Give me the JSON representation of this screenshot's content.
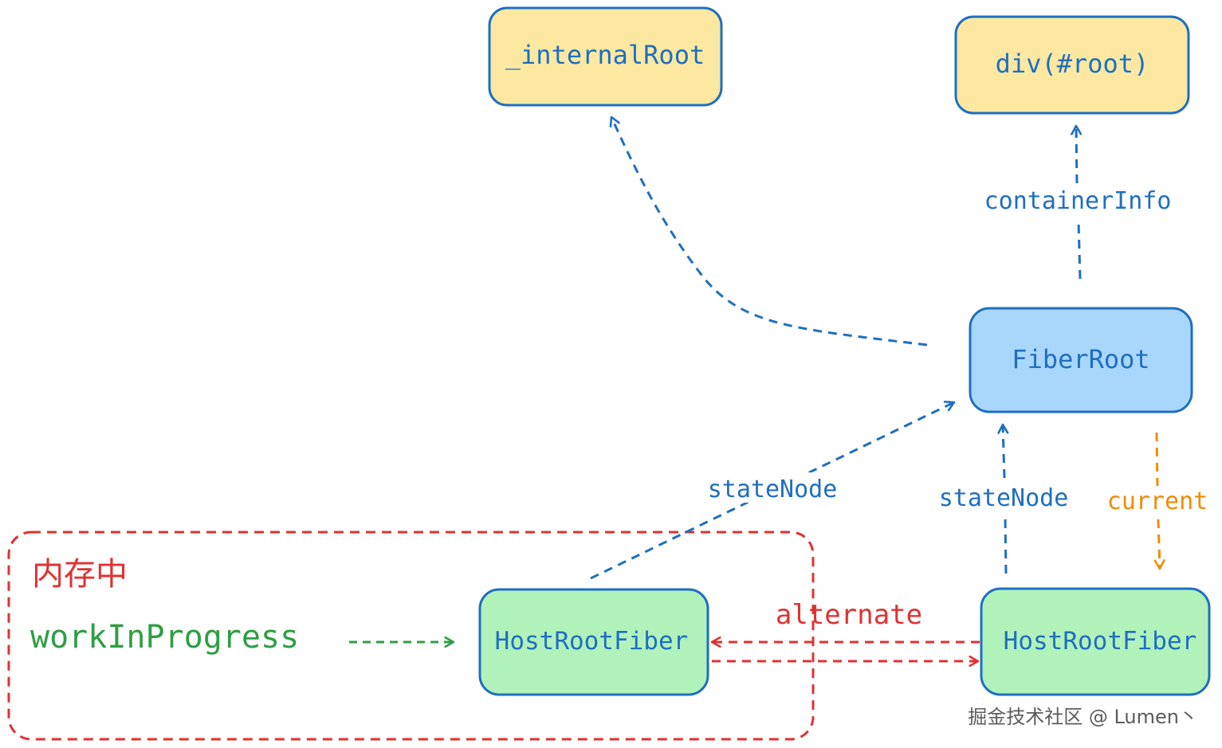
{
  "nodes": {
    "internal_root": {
      "label": "_internalRoot"
    },
    "div_root": {
      "label": "div(#root)"
    },
    "fiber_root": {
      "label": "FiberRoot"
    },
    "host_root_fiber_wip": {
      "label": "HostRootFiber"
    },
    "host_root_fiber_current": {
      "label": "HostRootFiber"
    }
  },
  "edges": {
    "container_info": {
      "label": "containerInfo"
    },
    "state_node_left": {
      "label": "stateNode"
    },
    "state_node_right": {
      "label": "stateNode"
    },
    "current": {
      "label": "current"
    },
    "alternate": {
      "label": "alternate"
    }
  },
  "memory_group": {
    "title": "内存中",
    "pointer_label": "workInProgress"
  },
  "watermark": "掘金技术社区 @ Lumen丶",
  "colors": {
    "yellow_fill": "#fce8a1",
    "blue_fill": "#a9d7fb",
    "green_fill": "#b1f2bb",
    "box_stroke": "#1e6fc0",
    "blue_text": "#1e6fc0",
    "red": "#e03131",
    "orange": "#f08c00",
    "green": "#2f9e44"
  }
}
